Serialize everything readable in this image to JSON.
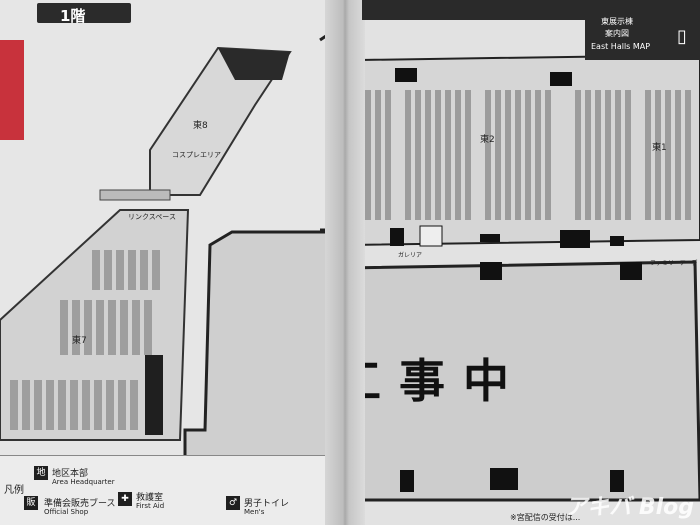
{
  "floor": {
    "label": "1階"
  },
  "map_title": {
    "line1": "東展示棟",
    "line2": "案内図",
    "line3": "East Halls MAP"
  },
  "halls": {
    "east8": "東8",
    "east8_area": "コスプレエリア",
    "east7": "東7",
    "east2": "東2",
    "east1": "東1",
    "links_space": "リンクスペース",
    "galleria": "ガレリア",
    "family_area": "ファミリーアーデ"
  },
  "construction_text": "工事中",
  "legend": {
    "title": "凡例",
    "items": [
      {
        "icon_text": "地",
        "label": "地区本部",
        "label_en": "Area Headquarter"
      },
      {
        "icon_text": "販",
        "label": "準備会販売ブース",
        "label_en": "Official Shop"
      },
      {
        "icon_text": "✚",
        "label": "救護室",
        "label_en": "First Aid"
      },
      {
        "icon_text": "♂",
        "label": "男子トイレ",
        "label_en": "Men's"
      }
    ]
  },
  "watermark": "アキバ Blog",
  "bottom_note": "※宮配信の受付は..."
}
